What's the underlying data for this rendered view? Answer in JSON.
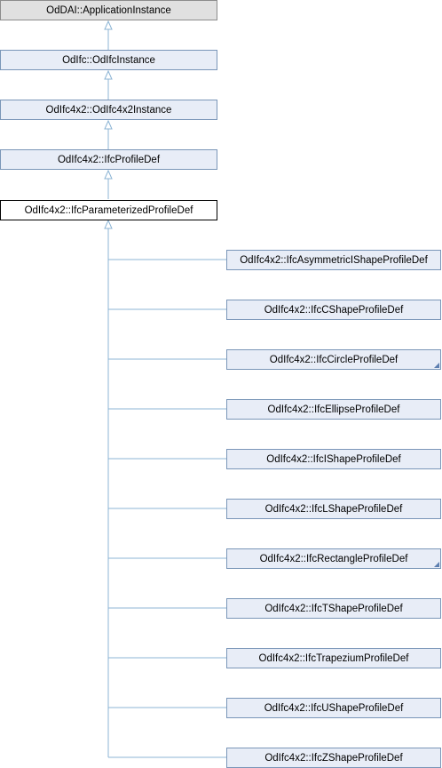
{
  "colors": {
    "edge": "#8cb4d4",
    "node_fill": "#e8edf7",
    "node_border": "#7a96b8",
    "top_fill": "#e0e0e0",
    "current_border": "#000000"
  },
  "chain": [
    {
      "label": "OdDAI::ApplicationInstance"
    },
    {
      "label": "OdIfc::OdIfcInstance"
    },
    {
      "label": "OdIfc4x2::OdIfc4x2Instance"
    },
    {
      "label": "OdIfc4x2::IfcProfileDef"
    },
    {
      "label": "OdIfc4x2::IfcParameterizedProfileDef"
    }
  ],
  "children": [
    {
      "label": "OdIfc4x2::IfcAsymmetricIShapeProfileDef",
      "has_more": false
    },
    {
      "label": "OdIfc4x2::IfcCShapeProfileDef",
      "has_more": false
    },
    {
      "label": "OdIfc4x2::IfcCircleProfileDef",
      "has_more": true
    },
    {
      "label": "OdIfc4x2::IfcEllipseProfileDef",
      "has_more": false
    },
    {
      "label": "OdIfc4x2::IfcIShapeProfileDef",
      "has_more": false
    },
    {
      "label": "OdIfc4x2::IfcLShapeProfileDef",
      "has_more": false
    },
    {
      "label": "OdIfc4x2::IfcRectangleProfileDef",
      "has_more": true
    },
    {
      "label": "OdIfc4x2::IfcTShapeProfileDef",
      "has_more": false
    },
    {
      "label": "OdIfc4x2::IfcTrapeziumProfileDef",
      "has_more": false
    },
    {
      "label": "OdIfc4x2::IfcUShapeProfileDef",
      "has_more": false
    },
    {
      "label": "OdIfc4x2::IfcZShapeProfileDef",
      "has_more": false
    }
  ]
}
